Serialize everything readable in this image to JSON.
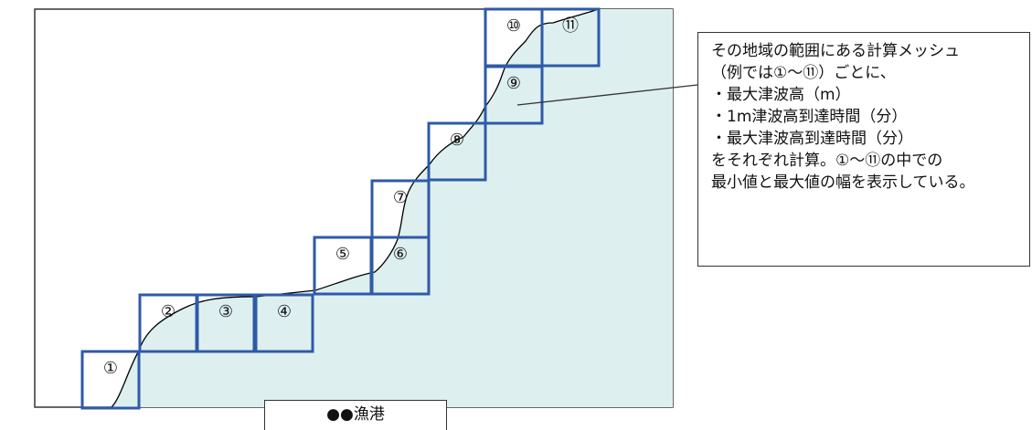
{
  "colors": {
    "sea": "#deefef",
    "mesh_border": "#2e5aa8",
    "coastline": "#000000",
    "outline": "#333333"
  },
  "meshes": [
    {
      "label": "①"
    },
    {
      "label": "②"
    },
    {
      "label": "③"
    },
    {
      "label": "④"
    },
    {
      "label": "⑤"
    },
    {
      "label": "⑥"
    },
    {
      "label": "⑦"
    },
    {
      "label": "⑧"
    },
    {
      "label": "⑨"
    },
    {
      "label": "⑩"
    },
    {
      "label": "⑪"
    }
  ],
  "callout": {
    "lines": [
      "その地域の範囲にある計算メッシュ",
      "（例では①～⑪）ごとに、",
      "・最大津波高（m）",
      "・1m津波高到達時間（分）",
      "・最大津波高到達時間（分）",
      "をそれぞれ計算。①～⑪の中での",
      "最小値と最大値の幅を表示している。"
    ]
  },
  "port_label": "●●漁港"
}
